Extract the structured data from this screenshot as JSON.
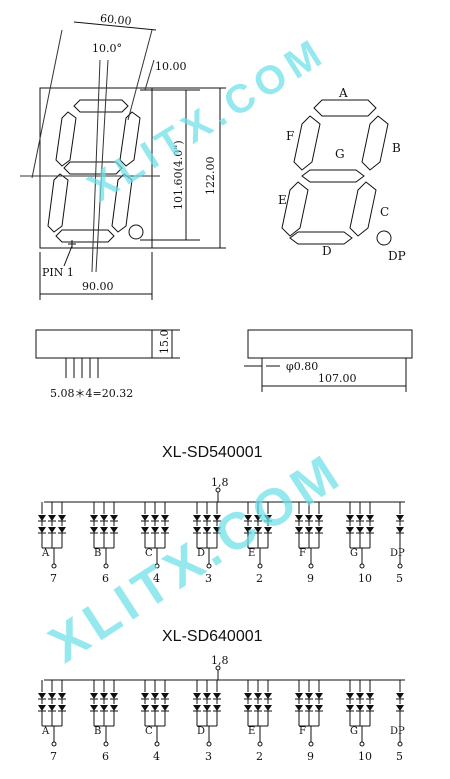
{
  "front_view": {
    "dim_top": "60.00",
    "angle": "10.0°",
    "dim_offset": "10.00",
    "dim_digit_height": "101.60(4.0\")",
    "dim_height": "122.00",
    "dim_width": "90.00",
    "pin_label": "PIN 1"
  },
  "segment_legend": {
    "labels": [
      "A",
      "B",
      "C",
      "D",
      "E",
      "F",
      "G",
      "DP"
    ]
  },
  "side_view": {
    "dim_depth": "15.0",
    "pin_pitch": "5.08＊4=20.32",
    "pin_dia": "φ0.80",
    "dim_length": "107.00"
  },
  "circuits": [
    {
      "title": "XL-SD540001",
      "common_pins": "1,8",
      "segments": [
        "A",
        "B",
        "C",
        "D",
        "E",
        "F",
        "G",
        "DP"
      ],
      "pins": [
        "7",
        "6",
        "4",
        "3",
        "2",
        "9",
        "10",
        "5"
      ]
    },
    {
      "title": "XL-SD640001",
      "common_pins": "1,8",
      "segments": [
        "A",
        "B",
        "C",
        "D",
        "E",
        "F",
        "G",
        "DP"
      ],
      "pins": [
        "7",
        "6",
        "4",
        "3",
        "2",
        "9",
        "10",
        "5"
      ]
    }
  ],
  "watermark": "XLITX.COM",
  "colors": {
    "line": "#111111",
    "watermark": "#6fe0ea"
  }
}
